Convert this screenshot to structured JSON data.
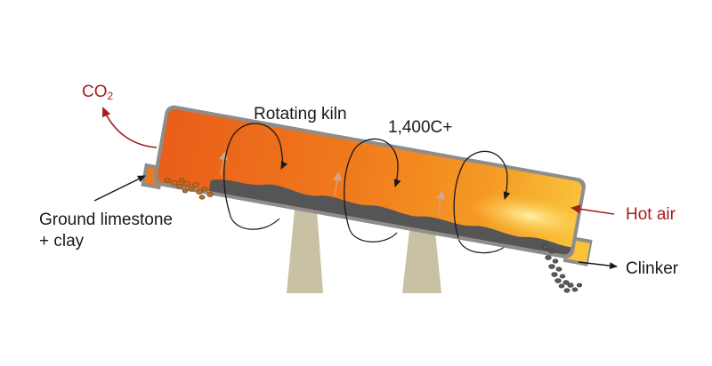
{
  "labels": {
    "co2_main": "CO",
    "co2_sub": "2",
    "rotating_kiln": "Rotating kiln",
    "temperature": "1,400C+",
    "input_line1": "Ground limestone",
    "input_line2": "+ clay",
    "hot_air": "Hot air",
    "clinker": "Clinker"
  },
  "colors": {
    "kiln_hot": "#f7c534",
    "kiln_mid": "#f08a1c",
    "kiln_cool": "#e95e1a",
    "shell": "#8d8d8d",
    "support": "#c9c1a3",
    "material": "#555555",
    "arrow_red": "#a51c1c",
    "arrow_black": "#1a1a1a"
  },
  "icons": [
    "rotation-arrow-icon",
    "flow-arrow-icon",
    "rock-particles-icon"
  ]
}
